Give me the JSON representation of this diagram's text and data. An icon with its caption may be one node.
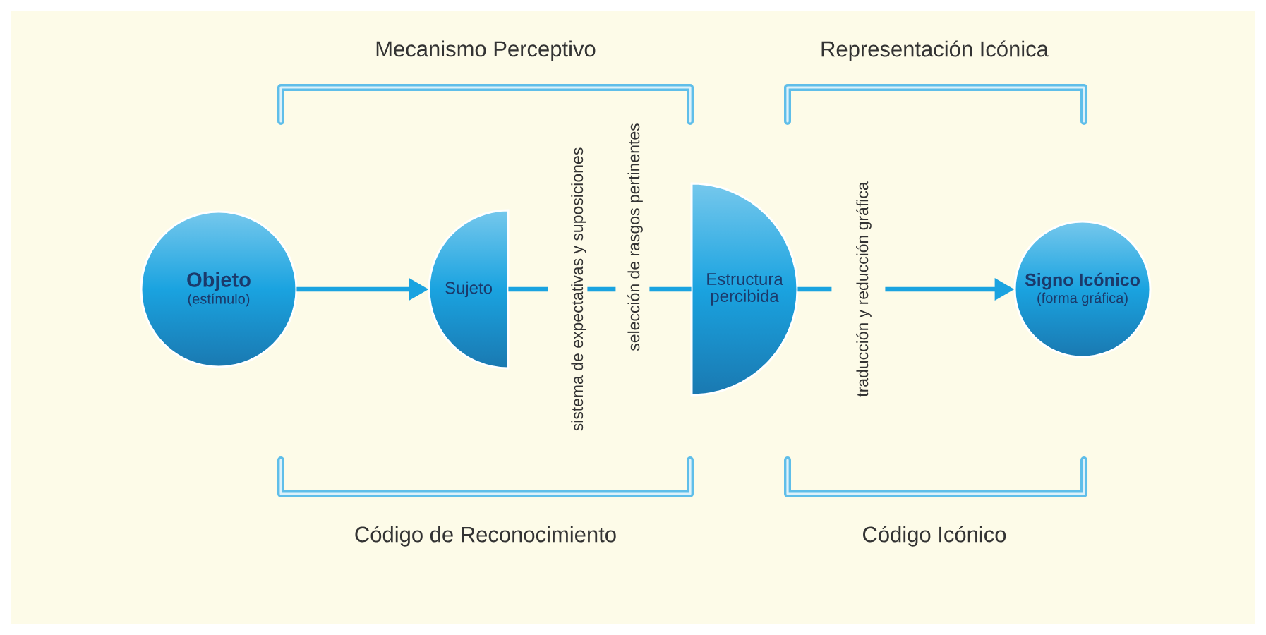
{
  "diagram": {
    "nodes": [
      {
        "text": [
          "Objeto",
          "(estímulo)"
        ]
      },
      {
        "text": [
          "Sujeto"
        ]
      },
      {
        "text": [
          "Estructura percibida"
        ]
      },
      {
        "text": [
          "Signo Icónico",
          "(forma gráfica)"
        ]
      }
    ],
    "edges": [
      {
        "from": 0,
        "to": 1,
        "arrow": "to"
      },
      {
        "from": 1,
        "to": 2,
        "arrow": "none",
        "style": "dashed"
      },
      {
        "from": 2,
        "to": 3,
        "arrow": "to",
        "style": "dashed"
      }
    ],
    "labels": [
      "Mecanismo Perceptivo",
      "Representación Icónica",
      "sistema de expectativas y suposiciones",
      "selección de rasgos pertinentes",
      "traducción y reducción gráfica",
      "Código de Reconocimiento",
      "Código Icónico"
    ]
  }
}
